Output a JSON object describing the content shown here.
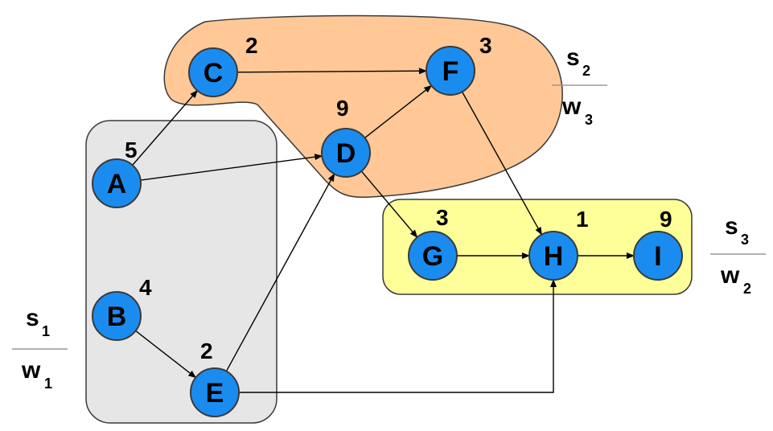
{
  "nodes": [
    {
      "id": "A",
      "weight": "5"
    },
    {
      "id": "B",
      "weight": "4"
    },
    {
      "id": "C",
      "weight": "2"
    },
    {
      "id": "D",
      "weight": "9"
    },
    {
      "id": "E",
      "weight": "2"
    },
    {
      "id": "F",
      "weight": "3"
    },
    {
      "id": "G",
      "weight": "3"
    },
    {
      "id": "H",
      "weight": "1"
    },
    {
      "id": "I",
      "weight": "9"
    }
  ],
  "edges": [
    {
      "from": "A",
      "to": "C"
    },
    {
      "from": "A",
      "to": "D"
    },
    {
      "from": "C",
      "to": "F"
    },
    {
      "from": "D",
      "to": "F"
    },
    {
      "from": "D",
      "to": "G"
    },
    {
      "from": "F",
      "to": "H"
    },
    {
      "from": "B",
      "to": "E"
    },
    {
      "from": "E",
      "to": "D"
    },
    {
      "from": "E",
      "to": "H"
    },
    {
      "from": "G",
      "to": "H"
    },
    {
      "from": "H",
      "to": "I"
    }
  ],
  "groups": [
    {
      "id": "group-1",
      "members": [
        "A",
        "B",
        "E"
      ],
      "fill": "#e6e6e6",
      "top": {
        "main": "s",
        "sub": "1"
      },
      "bottom": {
        "main": "w",
        "sub": "1"
      }
    },
    {
      "id": "group-2",
      "members": [
        "C",
        "D",
        "F"
      ],
      "fill": "#ffc896",
      "top": {
        "main": "s",
        "sub": "2"
      },
      "bottom": {
        "main": "w",
        "sub": "3"
      }
    },
    {
      "id": "group-3",
      "members": [
        "G",
        "H",
        "I"
      ],
      "fill": "#ffff99",
      "top": {
        "main": "s",
        "sub": "3"
      },
      "bottom": {
        "main": "w",
        "sub": "2"
      }
    }
  ],
  "colors": {
    "node_fill": "#1a8cf0",
    "node_stroke": "#3a3a3a",
    "edge": "#000000"
  }
}
